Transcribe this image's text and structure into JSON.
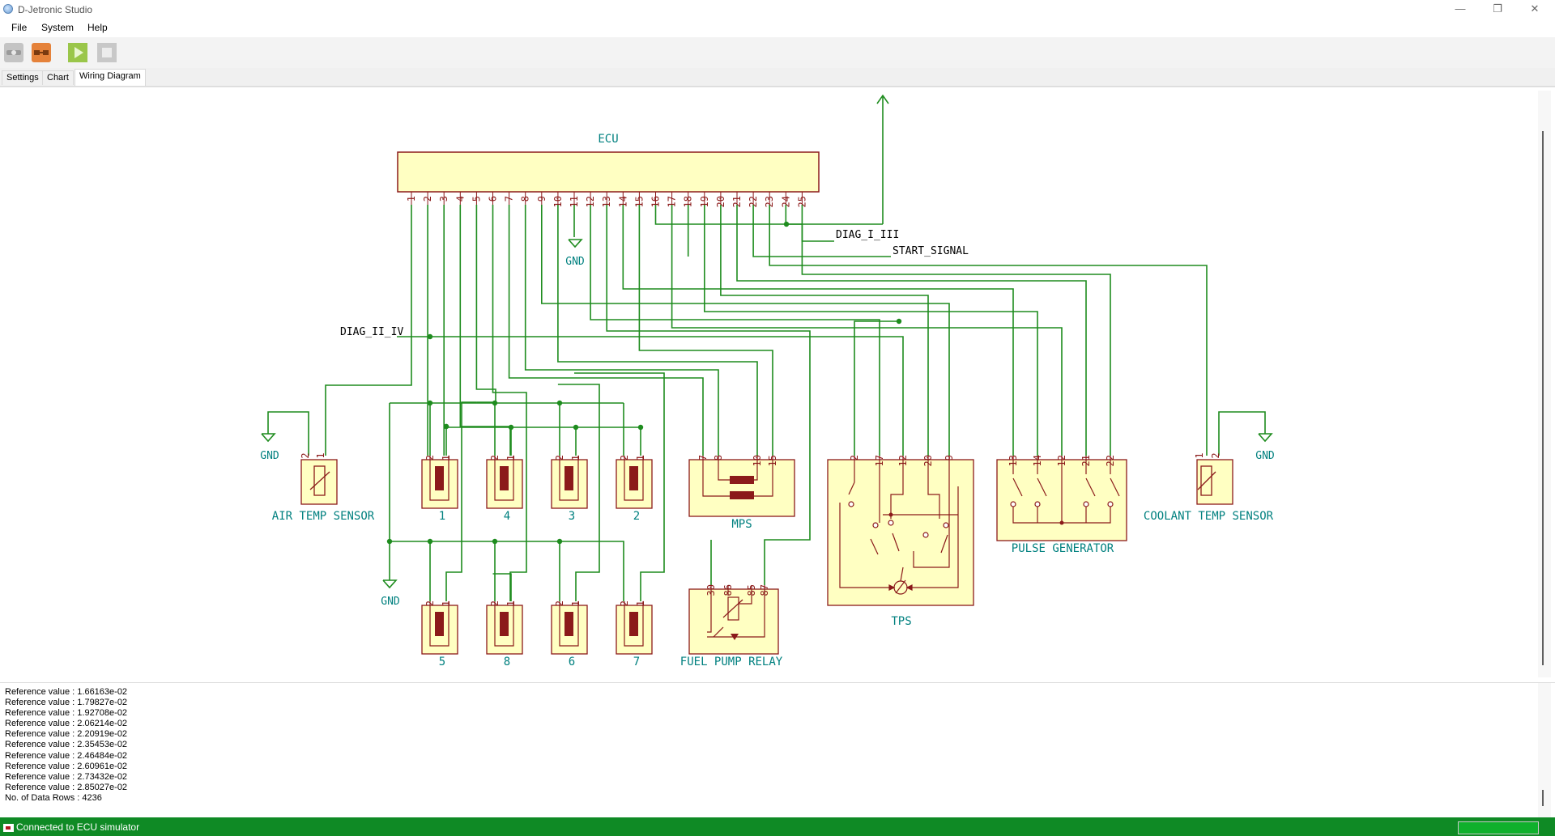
{
  "window": {
    "title": "D-Jetronic Studio",
    "minimize": "—",
    "maximize": "❐",
    "close": "✕"
  },
  "menu": {
    "file": "File",
    "system": "System",
    "help": "Help"
  },
  "toolbar": {
    "icons": [
      "disconnect-icon",
      "connect-icon",
      "play-icon",
      "stop-icon"
    ]
  },
  "tabs": {
    "settings": "Settings",
    "chart": "Chart",
    "wiring": "Wiring Diagram"
  },
  "diagram": {
    "ecu": {
      "label": "ECU",
      "pins": [
        "1",
        "2",
        "3",
        "4",
        "5",
        "6",
        "7",
        "8",
        "9",
        "10",
        "11",
        "12",
        "13",
        "14",
        "15",
        "16",
        "17",
        "18",
        "19",
        "20",
        "21",
        "22",
        "23",
        "24",
        "25"
      ]
    },
    "signals": {
      "diag_iii": "DIAG_I_III",
      "start": "START_SIGNAL",
      "diag_iiiv": "DIAG_II_IV"
    },
    "gnd": "GND",
    "air_temp": {
      "label": "AIR TEMP SENSOR",
      "pins": [
        "2",
        "1"
      ]
    },
    "coolant_temp": {
      "label": "COOLANT TEMP SENSOR",
      "pins": [
        "1",
        "2"
      ]
    },
    "injectors": [
      {
        "label": "1",
        "pins": [
          "2",
          "1"
        ]
      },
      {
        "label": "4",
        "pins": [
          "2",
          "1"
        ]
      },
      {
        "label": "3",
        "pins": [
          "2",
          "1"
        ]
      },
      {
        "label": "2",
        "pins": [
          "2",
          "1"
        ]
      },
      {
        "label": "5",
        "pins": [
          "2",
          "1"
        ]
      },
      {
        "label": "8",
        "pins": [
          "2",
          "1"
        ]
      },
      {
        "label": "6",
        "pins": [
          "2",
          "1"
        ]
      },
      {
        "label": "7",
        "pins": [
          "2",
          "1"
        ]
      }
    ],
    "mps": {
      "label": "MPS",
      "pins": [
        "7",
        "8",
        "10",
        "15"
      ]
    },
    "fuel_pump_relay": {
      "label": "FUEL PUMP RELAY",
      "pins": [
        "30",
        "86",
        "85",
        "87"
      ]
    },
    "tps": {
      "label": "TPS",
      "pins": [
        "2",
        "17",
        "12",
        "20",
        "9"
      ]
    },
    "pulse_gen": {
      "label": "PULSE GENERATOR",
      "pins": [
        "13",
        "14",
        "12",
        "21",
        "22"
      ]
    }
  },
  "log": {
    "lines": [
      "Reference value :  1.66163e-02",
      "Reference value :  1.79827e-02",
      "Reference value :  1.92708e-02",
      "Reference value :  2.06214e-02",
      "Reference value :  2.20919e-02",
      "Reference value :  2.35453e-02",
      "Reference value :  2.46484e-02",
      "Reference value :  2.60961e-02",
      "Reference value :  2.73432e-02",
      "Reference value :  2.85027e-02",
      "No. of Data Rows : 4236"
    ]
  },
  "status": {
    "text": "Connected to ECU simulator",
    "progress": 1.0
  },
  "colors": {
    "wire": "#1e8c1e",
    "component": "#8b1a1a",
    "component_fill": "#ffffc2",
    "label": "#00807f",
    "status_bar": "#0f8a25"
  }
}
